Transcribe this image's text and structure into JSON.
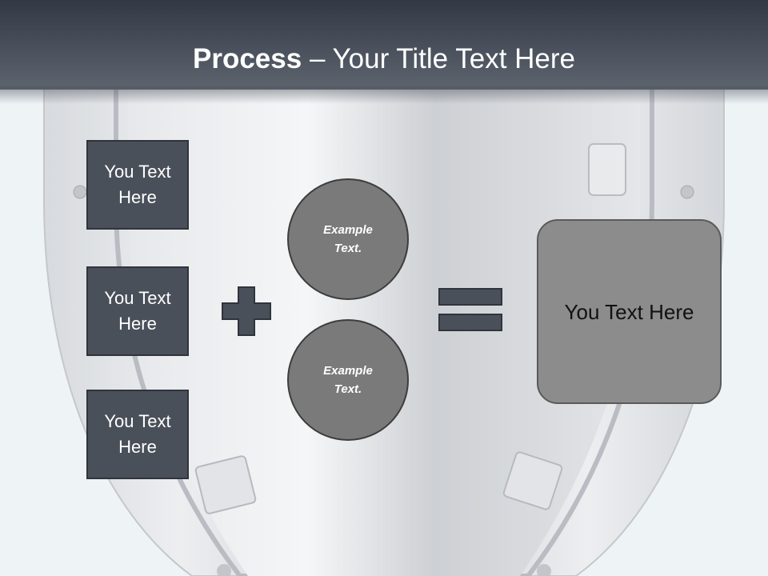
{
  "header": {
    "title_bold": "Process",
    "title_rest": " – Your Title Text Here"
  },
  "left_boxes": [
    {
      "label": "You Text Here"
    },
    {
      "label": "You Text Here"
    },
    {
      "label": "You Text Here"
    }
  ],
  "circles": [
    {
      "label": "Example Text."
    },
    {
      "label": "Example Text."
    }
  ],
  "operators": {
    "plus_icon": "plus-icon",
    "equals_icon": "equals-icon"
  },
  "result_box": {
    "label": "You Text Here"
  },
  "colors": {
    "title_bar": "#3a404b",
    "box_fill": "#4a505a",
    "circle_fill": "#7a7a7a",
    "result_fill": "#8c8c8c",
    "operator_fill": "#4a505a"
  }
}
